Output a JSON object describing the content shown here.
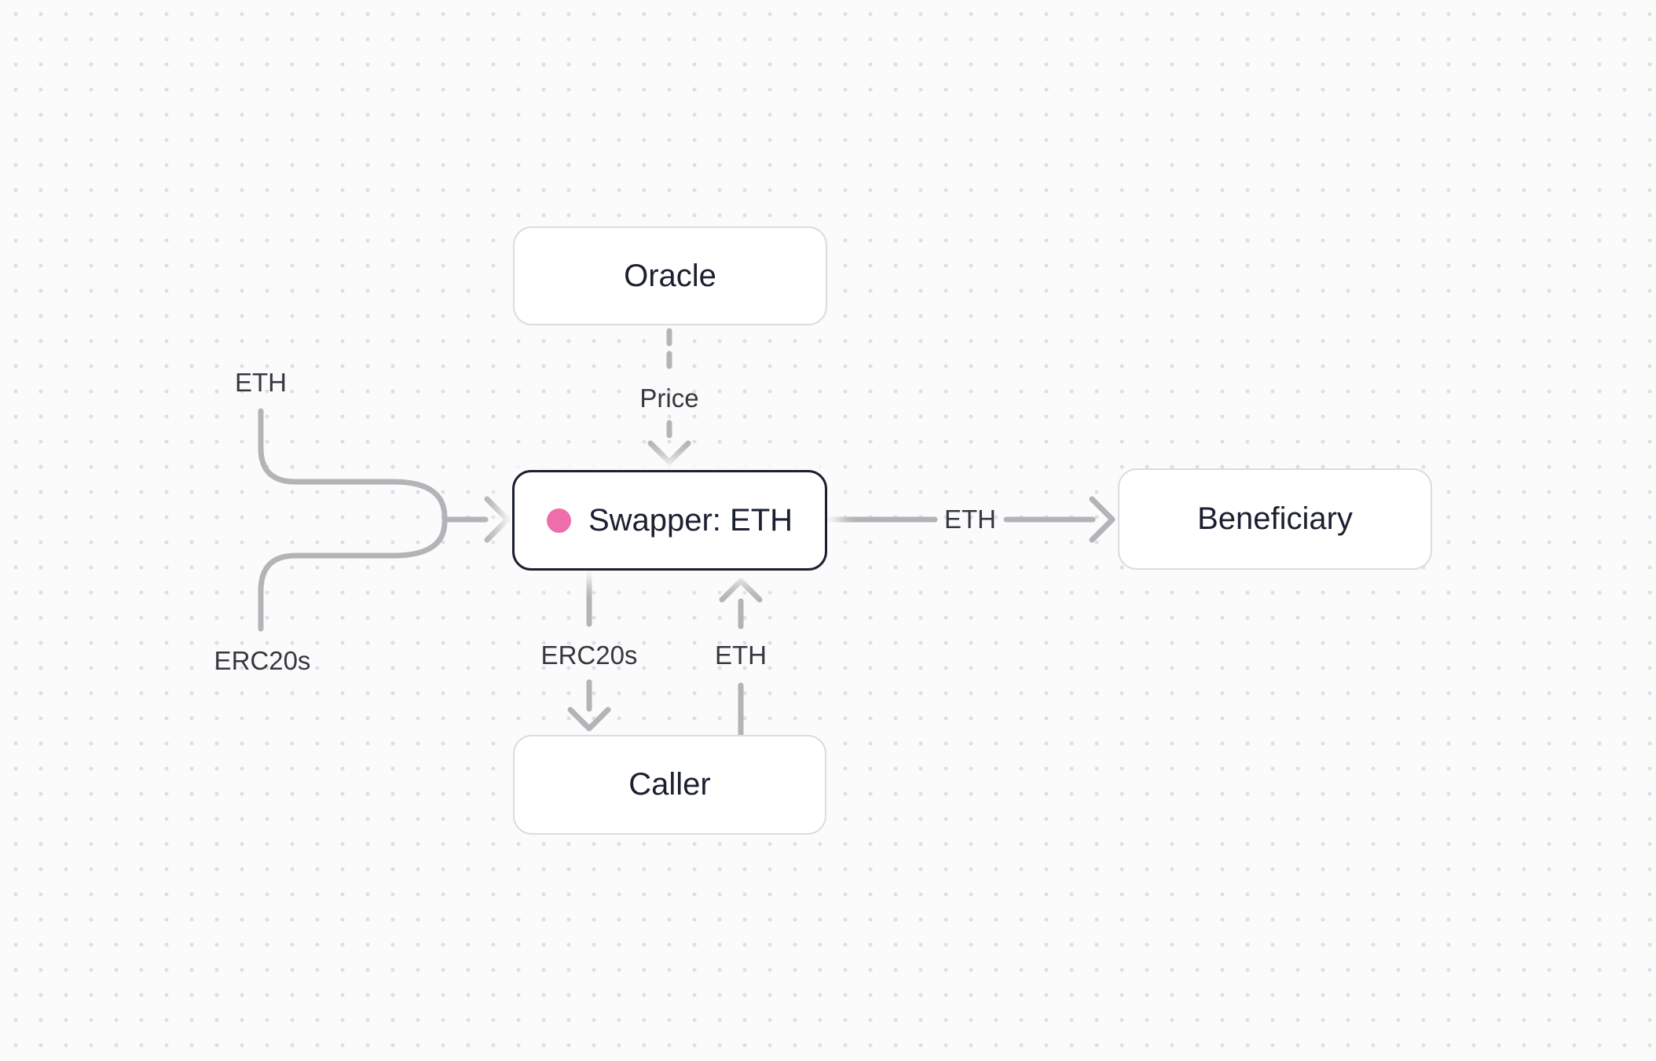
{
  "diagram": {
    "type": "flow",
    "nodes": {
      "oracle": {
        "label": "Oracle"
      },
      "swapper": {
        "label": "Swapper: ETH",
        "active": true,
        "status_dot_color": "#ee6dab"
      },
      "beneficiary": {
        "label": "Beneficiary"
      },
      "caller": {
        "label": "Caller"
      }
    },
    "edges": {
      "price": {
        "label": "Price",
        "from": "oracle",
        "to": "swapper",
        "style": "dashed"
      },
      "eth_in": {
        "label": "ETH",
        "to": "swapper",
        "style": "solid-curved"
      },
      "erc20s_in": {
        "label": "ERC20s",
        "to": "swapper",
        "style": "solid-curved"
      },
      "eth_out": {
        "label": "ETH",
        "from": "swapper",
        "to": "beneficiary",
        "style": "solid"
      },
      "erc20s_down": {
        "label": "ERC20s",
        "from": "swapper",
        "to": "caller",
        "style": "solid"
      },
      "eth_up": {
        "label": "ETH",
        "from": "caller",
        "to": "swapper",
        "style": "solid"
      }
    }
  },
  "colors": {
    "background": "#fbfbfc",
    "grid-dot": "#dfdfe3",
    "edge": "#b4b4b8",
    "node-border": "#dcdce1",
    "node-border-active": "#1b2030",
    "node-bg": "#ffffff",
    "node-text": "#1b2030",
    "edge-label-text": "#35383f",
    "accent-pink": "#ee6dab"
  }
}
